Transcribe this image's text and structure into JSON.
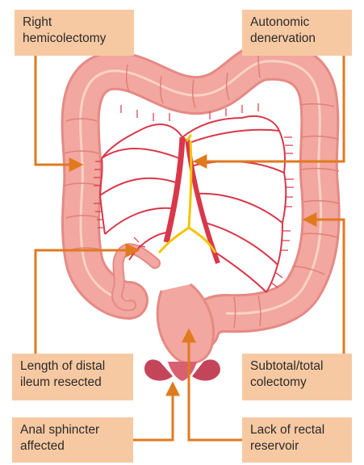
{
  "labels": {
    "right_hemicolectomy": "Right\nhemicolectomy",
    "autonomic_denervation": "Autonomic\ndenervation",
    "length_distal_ileum": "Length of distal\nileum resected",
    "subtotal_colectomy": "Subtotal/total\ncolectomy",
    "anal_sphincter": "Anal sphincter\naffected",
    "rectal_reservoir": "Lack of rectal\nreservoir"
  },
  "colors": {
    "label_background": "#f7c9a2",
    "arrow": "#e07a1f",
    "colon_fill": "#f2a7a0",
    "colon_outline": "#e58a85",
    "vessel": "#d9374a",
    "nerve": "#f5c400",
    "sphincter": "#c4455a"
  }
}
